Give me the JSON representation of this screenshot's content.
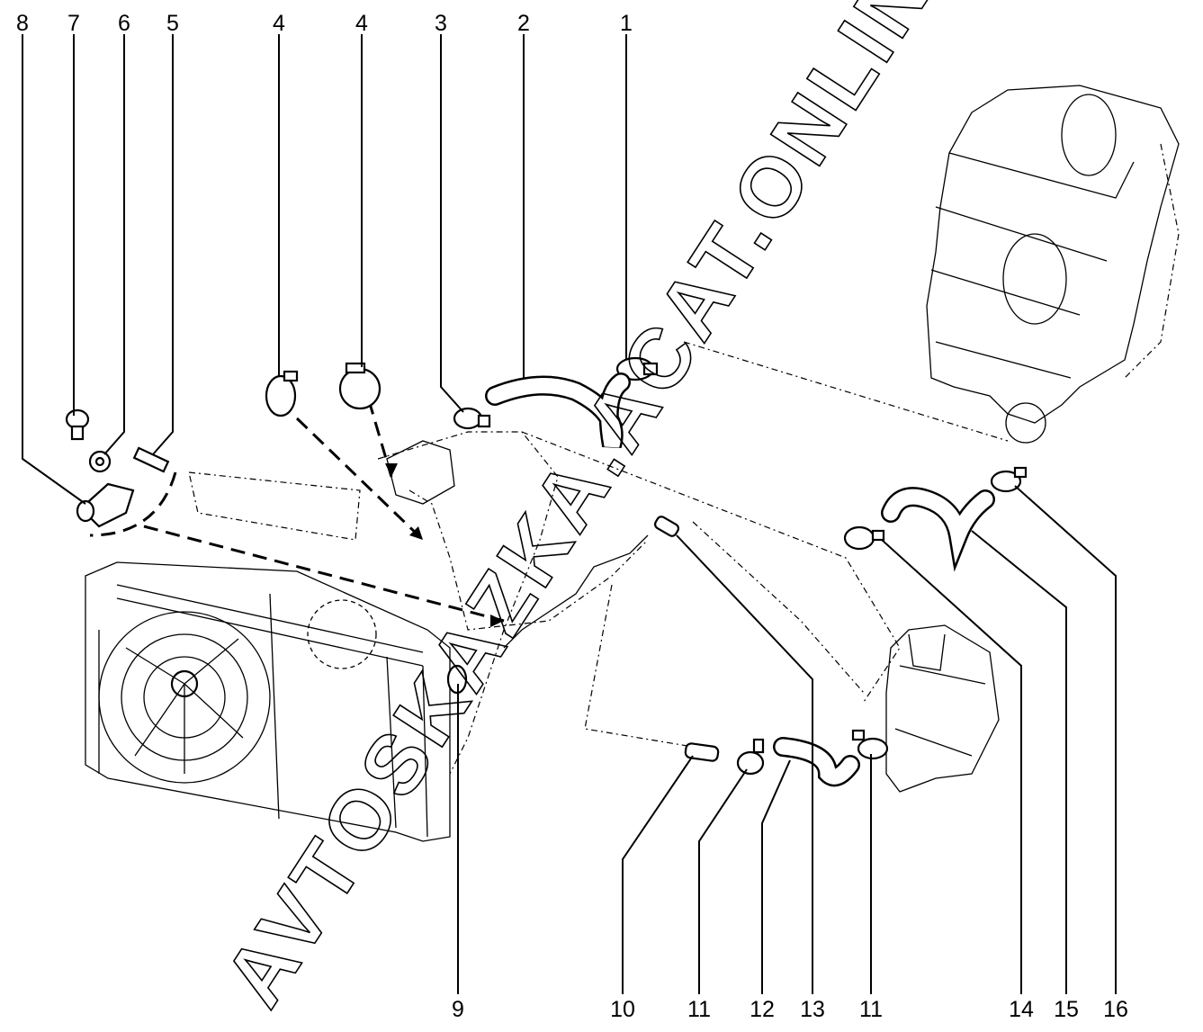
{
  "diagram": {
    "title": "Cooling system hoses and clamps",
    "callouts_top": [
      "8",
      "7",
      "6",
      "5",
      "4",
      "4",
      "3",
      "2",
      "1"
    ],
    "callouts_bottom": [
      "9",
      "10",
      "11",
      "12",
      "13",
      "11",
      "14",
      "15",
      "16"
    ]
  },
  "watermark": "AVTOSKAZKA.ACAT.ONLINE"
}
